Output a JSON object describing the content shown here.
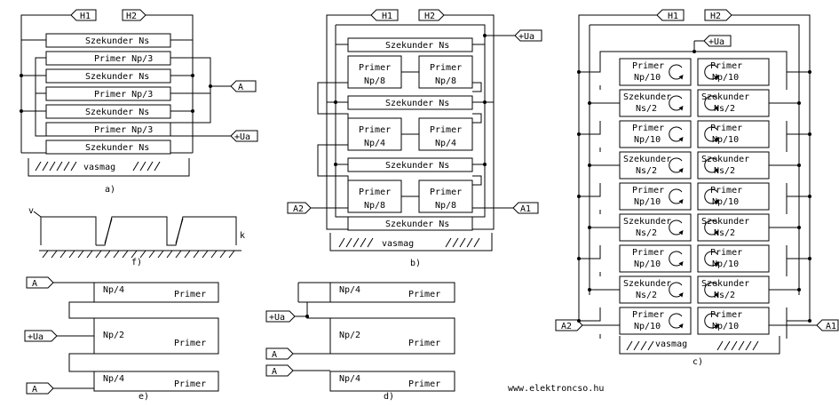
{
  "terminals": {
    "h1": "H1",
    "h2": "H2",
    "a": "A",
    "a1": "A1",
    "a2": "A2",
    "ua": "+Ua"
  },
  "panel_a": {
    "rows": [
      "Szekunder  Ns",
      "Primer   Np/3",
      "Szekunder  Ns",
      "Primer   Np/3",
      "Szekunder  Ns",
      "Primer   Np/3",
      "Szekunder  Ns"
    ],
    "core": "vasmag",
    "caption": "a)"
  },
  "panel_b": {
    "sec": "Szekunder  Ns",
    "prim": "Primer",
    "np8": "Np/8",
    "np4": "Np/4",
    "core": "vasmag",
    "caption": "b)"
  },
  "panel_c": {
    "prim": "Primer",
    "np10": "Np/10",
    "sec": "Szekunder",
    "ns2": "Ns/2",
    "core": "vasmag",
    "caption": "c)"
  },
  "panel_f": {
    "v": "v",
    "k": "k",
    "caption": "f)"
  },
  "panel_e": {
    "np4": "Np/4",
    "np2": "Np/2",
    "prim": "Primer",
    "caption": "e)"
  },
  "panel_d": {
    "np4": "Np/4",
    "np2": "Np/2",
    "prim": "Primer",
    "caption": "d)"
  },
  "website": "www.elektroncso.hu"
}
